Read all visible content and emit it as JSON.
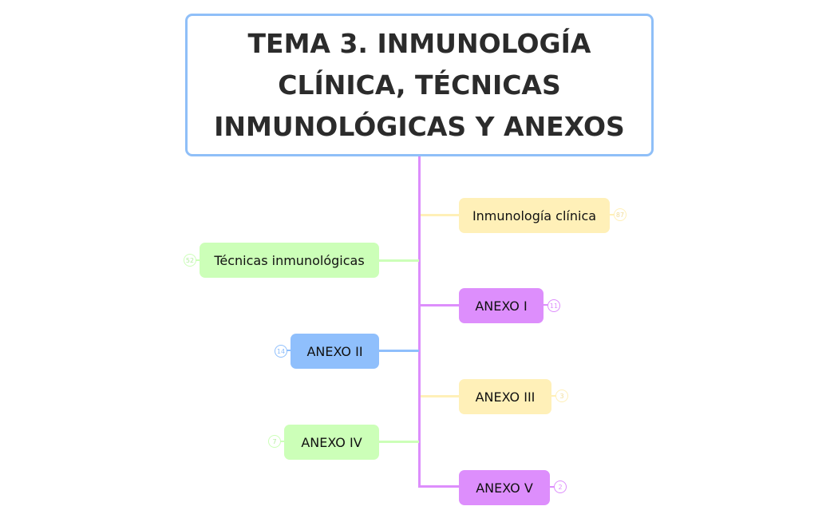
{
  "title": "TEMA 3. INMUNOLOGÍA CLÍNICA, TÉCNICAS INMUNOLÓGICAS Y ANEXOS",
  "colors": {
    "root_border": "#8fbff8",
    "trunk": "#dd8efc",
    "yellow": "#fff0b8",
    "green": "#ccffb8",
    "purple": "#dd8efc",
    "blue": "#8fbffc"
  },
  "nodes": [
    {
      "label": "Inmunología clínica",
      "count": "87",
      "color": "yellow"
    },
    {
      "label": "Técnicas inmunológicas",
      "count": "52",
      "color": "green"
    },
    {
      "label": "ANEXO I",
      "count": "11",
      "color": "purple"
    },
    {
      "label": "ANEXO II",
      "count": "14",
      "color": "blue"
    },
    {
      "label": "ANEXO III",
      "count": "3",
      "color": "yellow"
    },
    {
      "label": "ANEXO IV",
      "count": "7",
      "color": "green"
    },
    {
      "label": "ANEXO V",
      "count": "2",
      "color": "purple"
    }
  ]
}
